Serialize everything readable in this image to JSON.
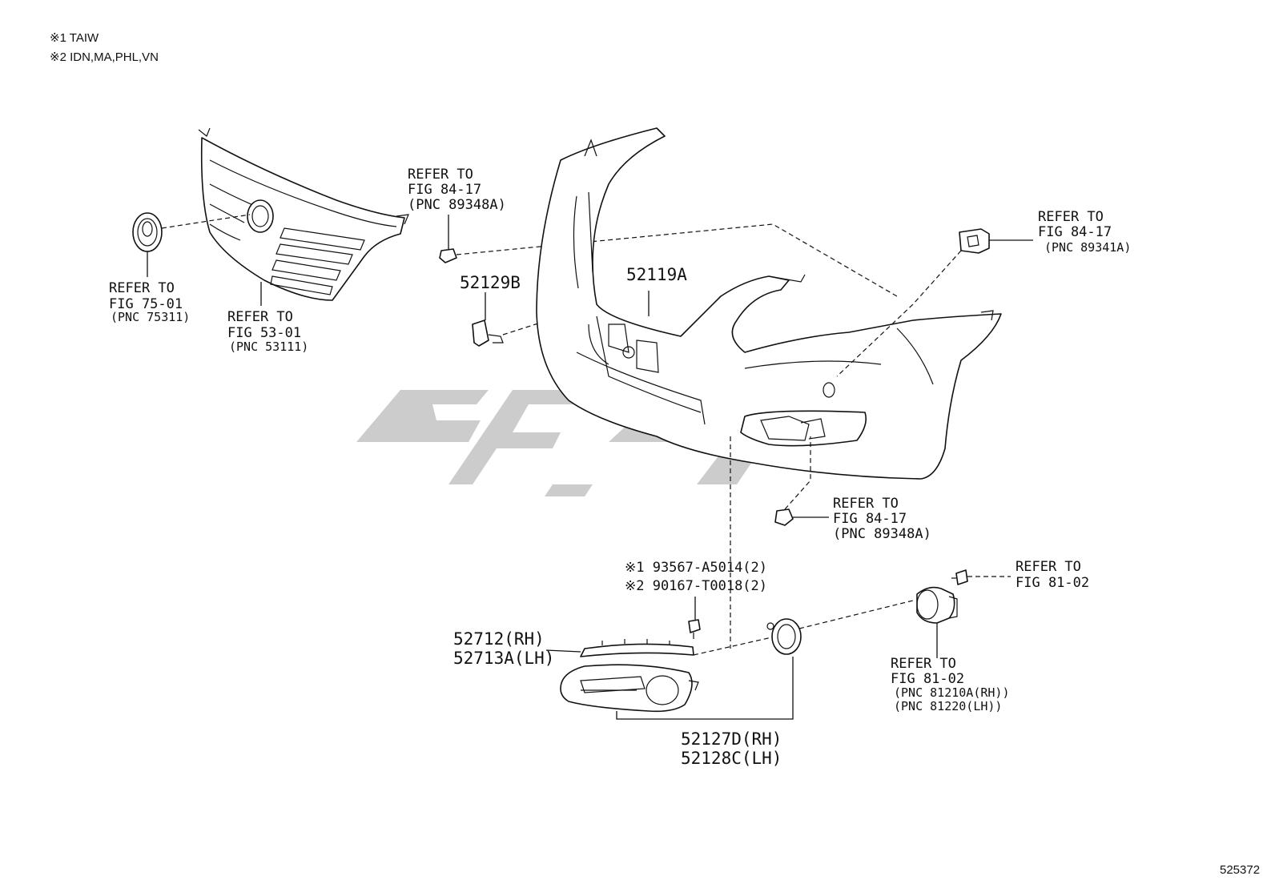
{
  "legend": {
    "note1": "※1 TAIW",
    "note2": "※2 IDN,MA,PHL,VN"
  },
  "callouts": {
    "emblem_ref": [
      "REFER TO",
      "FIG 75-01",
      "(PNC 75311)"
    ],
    "grille_ref": [
      "REFER TO",
      "FIG 53-01",
      "(PNC 53111)"
    ],
    "clip_top_ref": [
      "REFER TO",
      "FIG 84-17",
      "(PNC 89348A)"
    ],
    "clip_right_ref": [
      "REFER TO",
      "FIG 84-17",
      "(PNC 89341A)"
    ],
    "clip_bottom_ref": [
      "REFER TO",
      "FIG 84-17",
      "(PNC 89348A)"
    ],
    "bolt_ref": [
      "REFER TO",
      "FIG 81-02"
    ],
    "foglamp_ref": [
      "REFER TO",
      "FIG 81-02",
      "(PNC 81210A(RH))",
      "(PNC 81220(LH))"
    ]
  },
  "parts": {
    "cover_cap": "52129B",
    "bumper_cover": "52119A",
    "screw_1": "※1 93567-A5014(2)",
    "screw_2": "※2 90167-T0018(2)",
    "molding": [
      "52712(RH)",
      "52713A(LH)"
    ],
    "bezel": [
      "52127D(RH)",
      "52128C(LH)"
    ]
  },
  "illustration_id": "525372",
  "colors": {
    "line": "#111111",
    "watermark": "#c7c7c7",
    "background": "#ffffff"
  }
}
